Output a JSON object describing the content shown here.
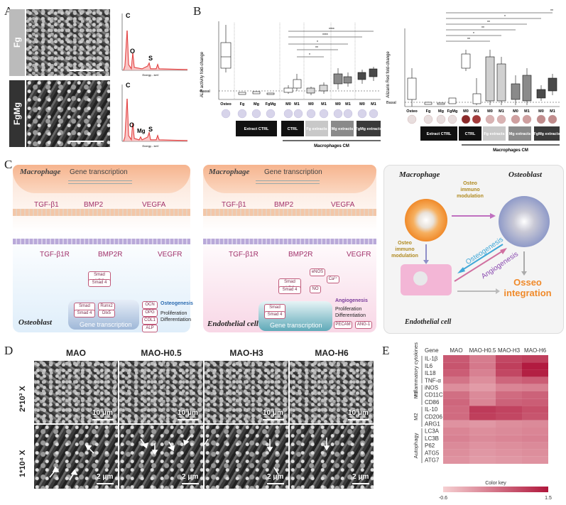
{
  "panel_letters": [
    "A",
    "B",
    "C",
    "D",
    "E"
  ],
  "panel_a": {
    "samples": [
      "Fg",
      "FgMg"
    ],
    "eds_peaks_fg": [
      "C",
      "O",
      "S"
    ],
    "eds_peaks_fgmg": [
      "C",
      "O",
      "Mg",
      "S"
    ],
    "eds_axis_label": "Energy - keV"
  },
  "panel_b": {
    "alp_ylabel": "ALP activity fold-change",
    "alz_ylabel": "Alizarin Red fold-change",
    "basal": "Basal",
    "conditions": [
      "Osteo",
      "Fg",
      "Mg",
      "FgMg",
      "M0",
      "M1",
      "M0",
      "M1",
      "M0",
      "M1",
      "M0",
      "M1"
    ],
    "groups": [
      "Extract CTRL",
      "CTRL",
      "Fg extracts",
      "Mg extracts",
      "FgMg extracts"
    ],
    "macrophages_cm": "Macrophages CM",
    "sig_alp": [
      "****",
      "****",
      "*",
      "**",
      "*"
    ],
    "sig_alz": [
      "**",
      "*",
      "**",
      "**",
      "*",
      "**"
    ]
  },
  "panel_c": {
    "macrophage": "Macrophage",
    "gene_transcription": "Gene transcription",
    "ligands": [
      "TGF-β1",
      "BMP2",
      "VEGFA"
    ],
    "receptors": [
      "TGF-β1R",
      "BMP2R",
      "VEGFR"
    ],
    "osteoblast": "Osteoblast",
    "endothelial": "Endothelial cell",
    "osteogenesis": "Osteogenesis",
    "angiogenesis": "Angiogenesis",
    "prolif_diff": "Proliferation Differentiation",
    "smad_left": [
      "Smad 1/5/8",
      "Smad 4"
    ],
    "smad_nuc_left": [
      "Smad 1/5/8",
      "Smad 4",
      "Runx2",
      "Dlx5"
    ],
    "marker_pills": [
      "OCN",
      "OPG",
      "COL1",
      "ALP"
    ],
    "endo_pills": [
      "eNOS",
      "Ca²⁺",
      "NO",
      "PECAM",
      "ANG-1"
    ],
    "summary": {
      "macrophage": "Macrophage",
      "osteoblast": "Osteoblast",
      "endothelial": "Endothelial cell",
      "osteo_immuno_top": "Osteo immuno modulation",
      "osteo_immuno_left": "Osteo immuno modulation",
      "osteogenesis": "Osteogenesis",
      "angiogenesis": "Angiogenesis",
      "osseo": "Osseo integration"
    }
  },
  "panel_d": {
    "columns": [
      "MAO",
      "MAO-H0.5",
      "MAO-H3",
      "MAO-H6"
    ],
    "rows": [
      "2*10³ X",
      "1*10⁴ X"
    ],
    "scale_top": "10 μm",
    "scale_bottom": "2 μm"
  },
  "chart_data": {
    "type": "heatmap",
    "columns": [
      "MAO",
      "MAO-H0.5",
      "MAO-H3",
      "MAO-H6"
    ],
    "rows": [
      "IL-1β",
      "IL6",
      "IL18",
      "TNF-α",
      "iNOS",
      "CD11C",
      "CD86",
      "IL-10",
      "CD206",
      "ARG1",
      "LC3A",
      "LC3B",
      "P62",
      "ATG5",
      "ATG7"
    ],
    "values": [
      [
        0.75,
        0.35,
        0.95,
        1.05
      ],
      [
        0.8,
        0.4,
        1.05,
        1.45
      ],
      [
        0.7,
        0.3,
        0.95,
        1.4
      ],
      [
        0.45,
        0.15,
        0.6,
        0.7
      ],
      [
        0.15,
        0.0,
        0.25,
        0.3
      ],
      [
        0.5,
        0.2,
        0.55,
        0.65
      ],
      [
        0.6,
        0.25,
        0.65,
        0.7
      ],
      [
        0.55,
        1.1,
        1.0,
        0.85
      ],
      [
        0.55,
        1.05,
        0.95,
        0.8
      ],
      [
        0.1,
        0.05,
        0.15,
        0.2
      ],
      [
        0.25,
        0.15,
        0.2,
        0.25
      ],
      [
        0.3,
        0.2,
        0.25,
        0.3
      ],
      [
        0.2,
        0.1,
        0.15,
        0.2
      ],
      [
        0.15,
        0.05,
        0.1,
        0.15
      ],
      [
        0.1,
        0.0,
        0.05,
        0.1
      ]
    ],
    "groups": [
      {
        "name": "Inflammatory cytokines",
        "rows": [
          0,
          3
        ]
      },
      {
        "name": "M1",
        "rows": [
          4,
          6
        ]
      },
      {
        "name": "M2",
        "rows": [
          7,
          9
        ]
      },
      {
        "name": "Autophagy",
        "rows": [
          10,
          14
        ]
      }
    ],
    "gene_header": "Gene",
    "color_key_label": "Color key",
    "vmin": -0.6,
    "vmax": 1.5,
    "vmin_label": "-0.6",
    "vmax_label": "1.5",
    "color_low": "#f6d0d2",
    "color_high": "#b0173c"
  }
}
